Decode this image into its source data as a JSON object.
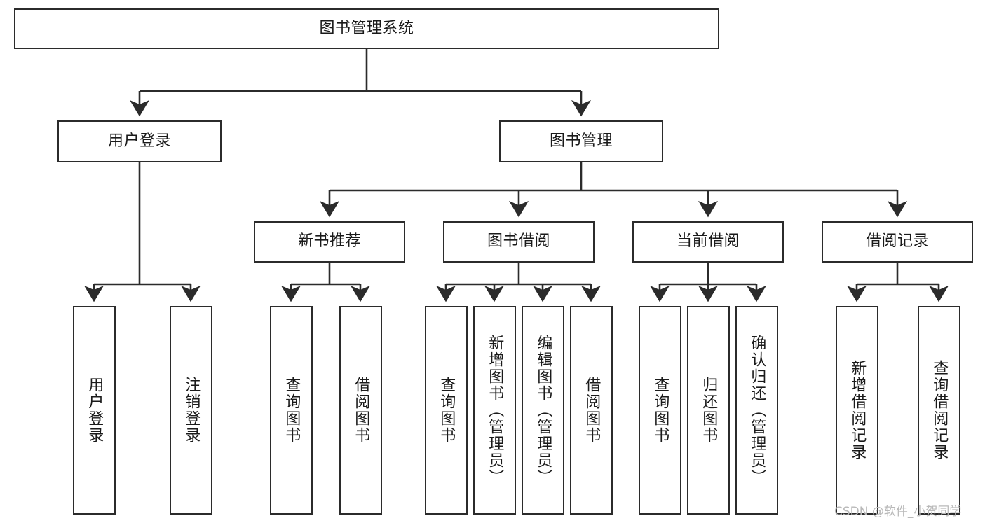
{
  "diagram": {
    "title": "图书管理系统",
    "type": "tree-hierarchy-diagram",
    "background_color": "#ffffff",
    "stroke_color": "#2b2b2b",
    "text_color": "#1a1a1a",
    "levels": [
      {
        "level": 1,
        "nodes": [
          {
            "id": "root",
            "label": "图书管理系统",
            "orientation": "horizontal"
          }
        ]
      },
      {
        "level": 2,
        "nodes": [
          {
            "id": "login",
            "label": "用户登录",
            "orientation": "horizontal"
          },
          {
            "id": "bookmgmt",
            "label": "图书管理",
            "orientation": "horizontal"
          }
        ]
      },
      {
        "level": 3,
        "nodes": [
          {
            "id": "newbook",
            "label": "新书推荐",
            "orientation": "horizontal"
          },
          {
            "id": "borrow",
            "label": "图书借阅",
            "orientation": "horizontal"
          },
          {
            "id": "current",
            "label": "当前借阅",
            "orientation": "horizontal"
          },
          {
            "id": "records",
            "label": "借阅记录",
            "orientation": "horizontal"
          }
        ]
      },
      {
        "level": 4,
        "nodes": [
          {
            "id": "leaf1",
            "label": "用户登录",
            "orientation": "vertical"
          },
          {
            "id": "leaf2",
            "label": "注销登录",
            "orientation": "vertical"
          },
          {
            "id": "leaf3",
            "label": "查询图书",
            "orientation": "vertical"
          },
          {
            "id": "leaf4",
            "label": "借阅图书",
            "orientation": "vertical"
          },
          {
            "id": "leaf5",
            "label": "查询图书",
            "orientation": "vertical"
          },
          {
            "id": "leaf6",
            "label": "新增图书（管理员）",
            "orientation": "vertical"
          },
          {
            "id": "leaf7",
            "label": "编辑图书（管理员）",
            "orientation": "vertical"
          },
          {
            "id": "leaf8",
            "label": "借阅图书",
            "orientation": "vertical"
          },
          {
            "id": "leaf9",
            "label": "查询图书",
            "orientation": "vertical"
          },
          {
            "id": "leaf10",
            "label": "归还图书",
            "orientation": "vertical"
          },
          {
            "id": "leaf11",
            "label": "确认归还（管理员）",
            "orientation": "vertical"
          },
          {
            "id": "leaf12",
            "label": "新增借阅记录",
            "orientation": "vertical"
          },
          {
            "id": "leaf13",
            "label": "查询借阅记录",
            "orientation": "vertical"
          }
        ]
      }
    ],
    "edges": [
      {
        "from": "root",
        "to": "login"
      },
      {
        "from": "root",
        "to": "bookmgmt"
      },
      {
        "from": "login",
        "to": "leaf1"
      },
      {
        "from": "login",
        "to": "leaf2"
      },
      {
        "from": "bookmgmt",
        "to": "newbook"
      },
      {
        "from": "bookmgmt",
        "to": "borrow"
      },
      {
        "from": "bookmgmt",
        "to": "current"
      },
      {
        "from": "bookmgmt",
        "to": "records"
      },
      {
        "from": "newbook",
        "to": "leaf3"
      },
      {
        "from": "newbook",
        "to": "leaf4"
      },
      {
        "from": "borrow",
        "to": "leaf5"
      },
      {
        "from": "borrow",
        "to": "leaf6"
      },
      {
        "from": "borrow",
        "to": "leaf7"
      },
      {
        "from": "borrow",
        "to": "leaf8"
      },
      {
        "from": "current",
        "to": "leaf9"
      },
      {
        "from": "current",
        "to": "leaf10"
      },
      {
        "from": "current",
        "to": "leaf11"
      },
      {
        "from": "records",
        "to": "leaf12"
      },
      {
        "from": "records",
        "to": "leaf13"
      }
    ]
  },
  "watermark": {
    "text": "CSDN @软件_小贺同学",
    "color": "#b9b9b9"
  }
}
